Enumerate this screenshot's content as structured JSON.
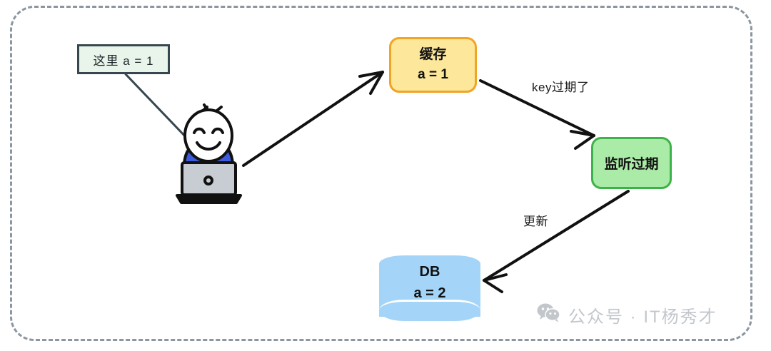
{
  "diagram": {
    "title": "cache expiry listener flow",
    "frame": {
      "style": "dashed-rounded",
      "color": "#8b96a0"
    },
    "nodes": {
      "note": {
        "label": "这里 a = 1",
        "fill": "#e9f5ea",
        "stroke": "#37474f"
      },
      "cache": {
        "line1": "缓存",
        "line2": "a = 1",
        "fill": "#fce79b",
        "stroke": "#f2a423"
      },
      "listener": {
        "label": "监听过期",
        "fill": "#abeba8",
        "stroke": "#3eb24a"
      },
      "db": {
        "line1": "DB",
        "line2": "a = 2",
        "fill": "#a4d4f7"
      },
      "person": {
        "name": "user-stick-figure",
        "shirt_color": "#3d5bdb",
        "laptop_color": "#c8cdd4"
      }
    },
    "edges": [
      {
        "name": "note-to-person",
        "label": "",
        "arrow": false
      },
      {
        "name": "person-to-cache",
        "label": "",
        "arrow": true
      },
      {
        "name": "cache-to-listener",
        "label": "key过期了",
        "arrow": true
      },
      {
        "name": "listener-to-db",
        "label": "更新",
        "arrow": true
      }
    ],
    "labels": {
      "key_expired": "key过期了",
      "update": "更新"
    },
    "watermark": {
      "icon": "wechat-icon",
      "text": "公众号 · IT杨秀才",
      "color": "#c3c7cc"
    }
  }
}
